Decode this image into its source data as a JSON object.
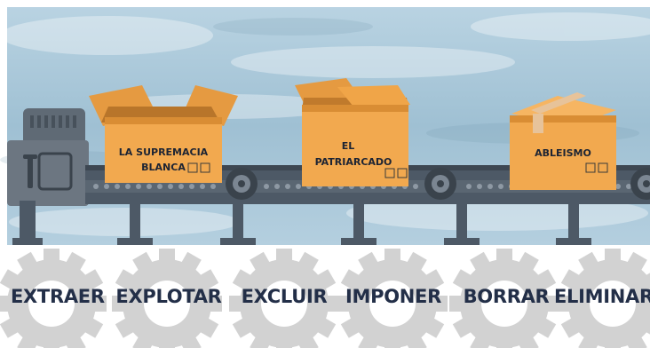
{
  "boxes": [
    {
      "line1": "LA SUPREMACIA",
      "line2": "BLANCA"
    },
    {
      "line1": "EL",
      "line2": "PATRIARCADO"
    },
    {
      "line1": "ABLEISMO",
      "line2": ""
    }
  ],
  "gears": [
    {
      "label": "EXTRAER"
    },
    {
      "label": "EXPLOTAR"
    },
    {
      "label": "EXCLUIR"
    },
    {
      "label": "IMPONER"
    },
    {
      "label": "BORRAR"
    },
    {
      "label": "ELIMINAR"
    }
  ],
  "colors": {
    "sky": "#a9c7d8",
    "belt": "#4d5966",
    "machine": "#5f6a75",
    "box": "#f2a94f",
    "box_dark": "#d98d34",
    "gear": "#cfcfcf",
    "gear_text": "#232f48"
  }
}
